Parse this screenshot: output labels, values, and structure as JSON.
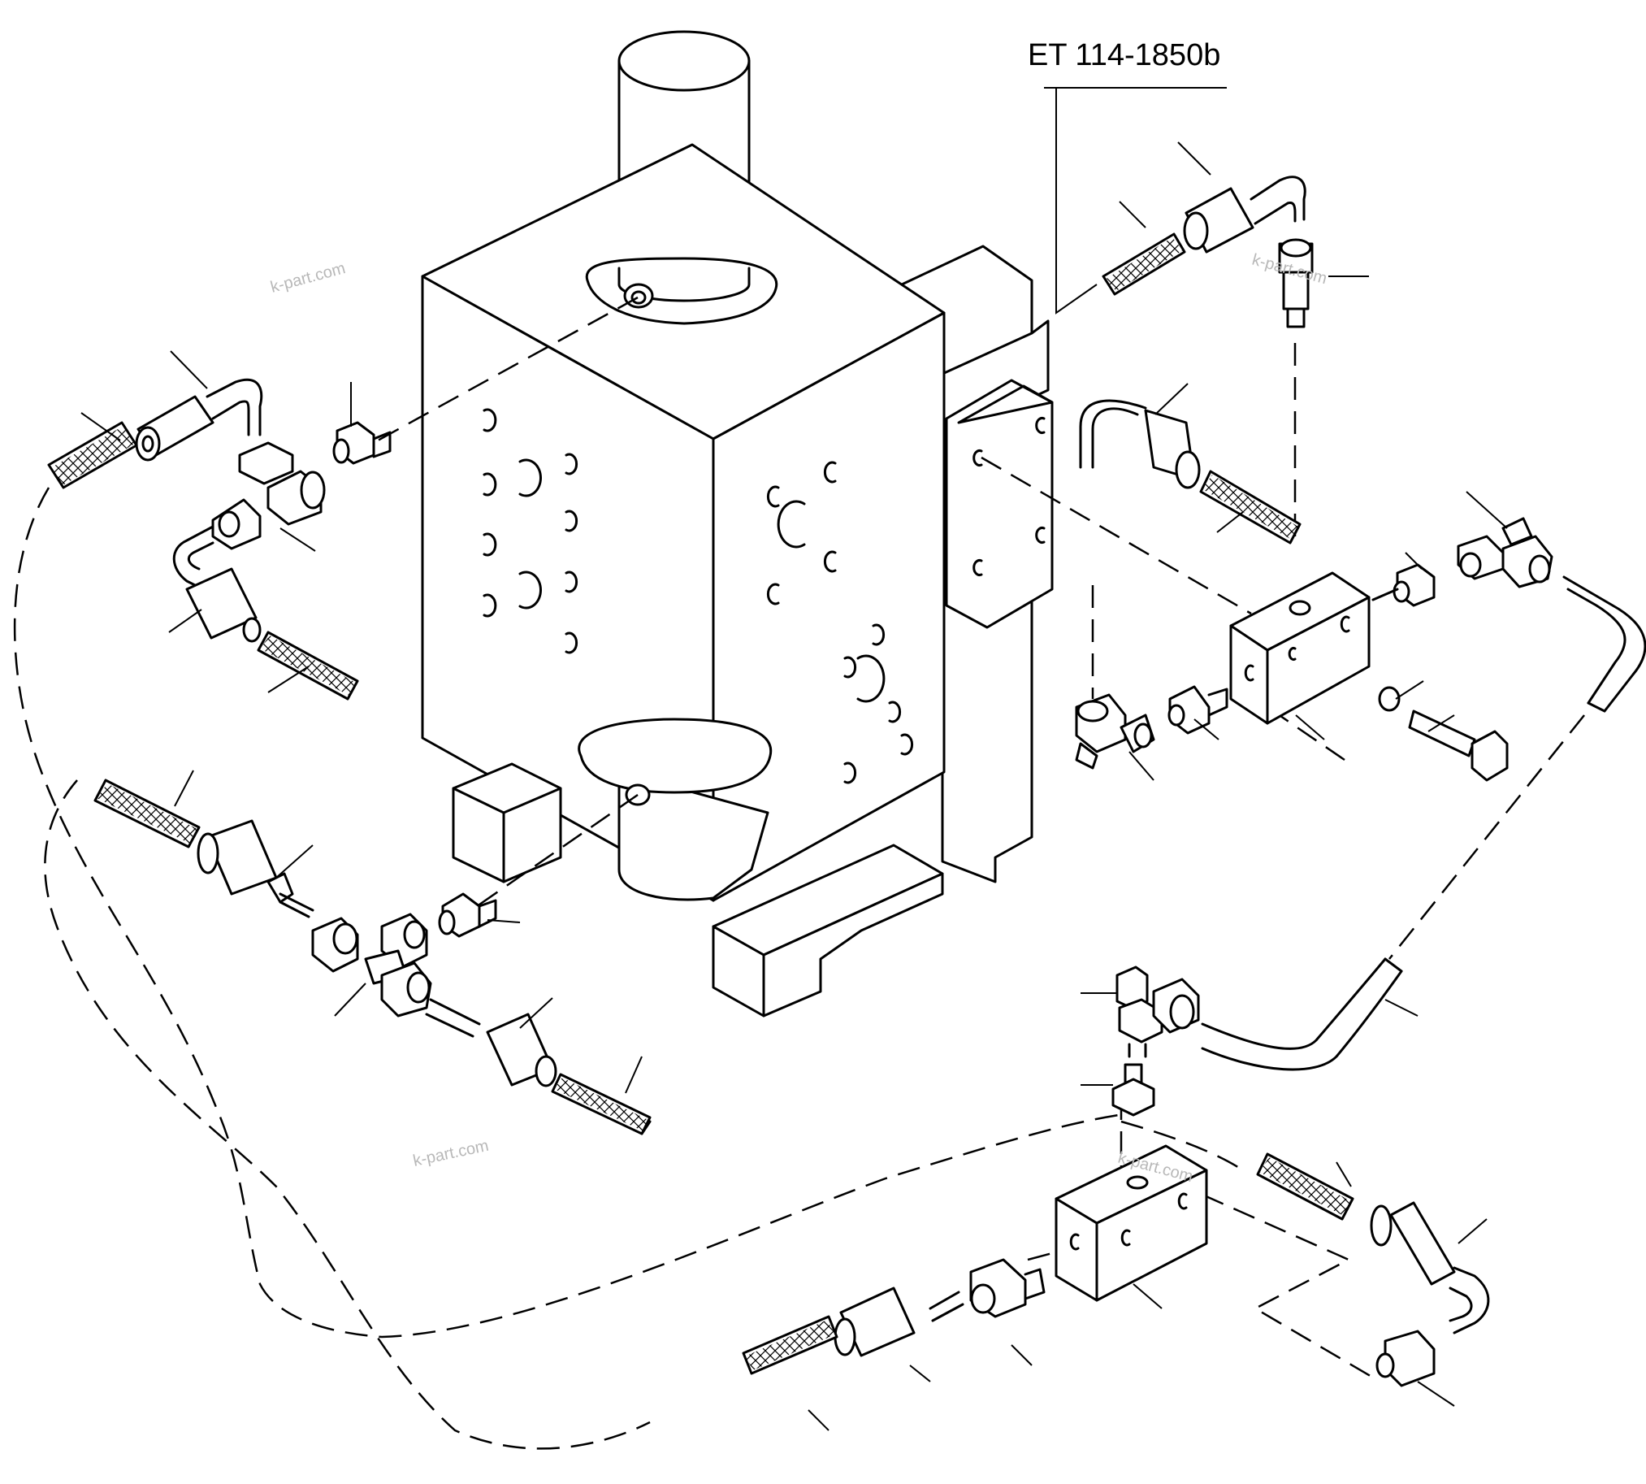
{
  "diagram": {
    "reference_label": "ET 114-1850b",
    "watermarks": [
      "k-part.com",
      "k-part.com",
      "k-part.com",
      "k-part.com"
    ],
    "ink_color": "#000000",
    "background_color": "#ffffff",
    "watermark_color": "#b8b8b8"
  }
}
